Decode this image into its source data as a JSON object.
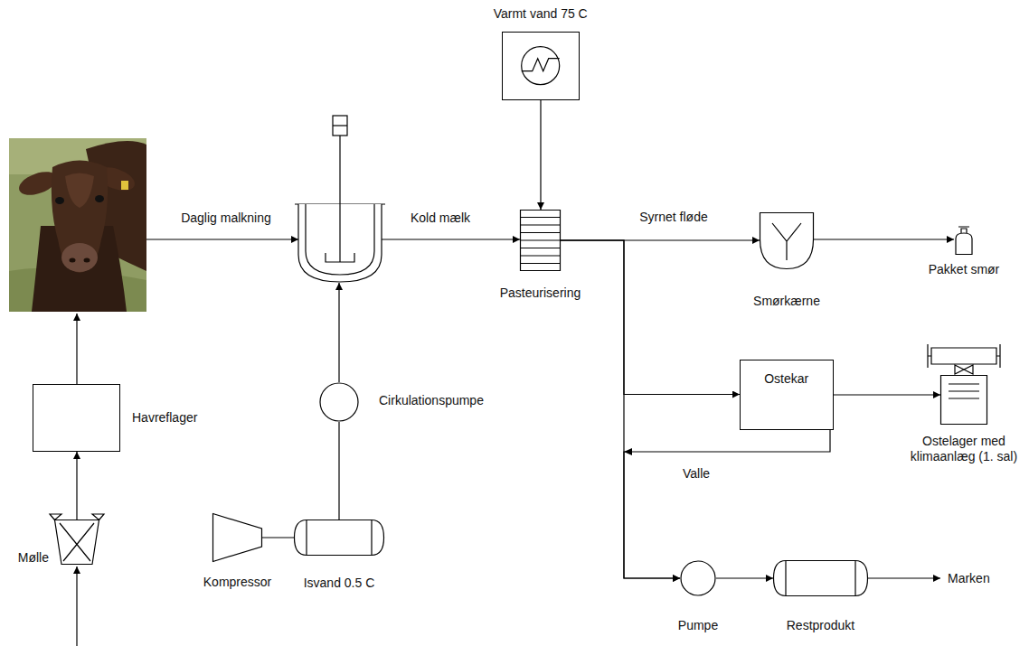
{
  "diagram": {
    "nodes": [
      {
        "text": [
          "Varmt vand 75 C"
        ]
      },
      {
        "text": [
          "Pasteurisering"
        ]
      },
      {
        "text": [
          "Smørkærne"
        ]
      },
      {
        "text": [
          "Pakket smør"
        ]
      },
      {
        "text": [
          "Ostekar"
        ]
      },
      {
        "text": [
          "Ostelager med klimaanlæg (1. sal)"
        ]
      },
      {
        "text": [
          "Havreflager"
        ]
      },
      {
        "text": [
          "Cirkulationspumpe"
        ]
      },
      {
        "text": [
          "Mølle"
        ]
      },
      {
        "text": [
          "Kompressor"
        ]
      },
      {
        "text": [
          "Isvand 0.5 C"
        ]
      },
      {
        "text": [
          "Pumpe"
        ]
      },
      {
        "text": [
          "Restprodukt"
        ]
      }
    ],
    "edges": [
      {
        "from": 0,
        "to": 1,
        "arrow": "to"
      },
      {
        "from": 1,
        "to": 2,
        "label": "Syrnet fløde",
        "arrow": "to"
      },
      {
        "from": 2,
        "to": 3,
        "arrow": "to"
      },
      {
        "from": 1,
        "to": 4,
        "arrow": "to"
      },
      {
        "from": 4,
        "to": 5,
        "arrow": "to"
      },
      {
        "from": 4,
        "to": 11,
        "label": "Valle",
        "arrow": "to"
      },
      {
        "from": 1,
        "to": 11,
        "arrow": "to"
      },
      {
        "from": 11,
        "to": 12,
        "arrow": "to"
      },
      {
        "from": 8,
        "to": 6,
        "arrow": "to"
      },
      {
        "from": 9,
        "to": 10,
        "arrow": "none"
      },
      {
        "from": 10,
        "to": 7,
        "arrow": "none"
      }
    ],
    "labels": [
      "Daglig malkning",
      "Kold mælk",
      "Marken"
    ]
  }
}
